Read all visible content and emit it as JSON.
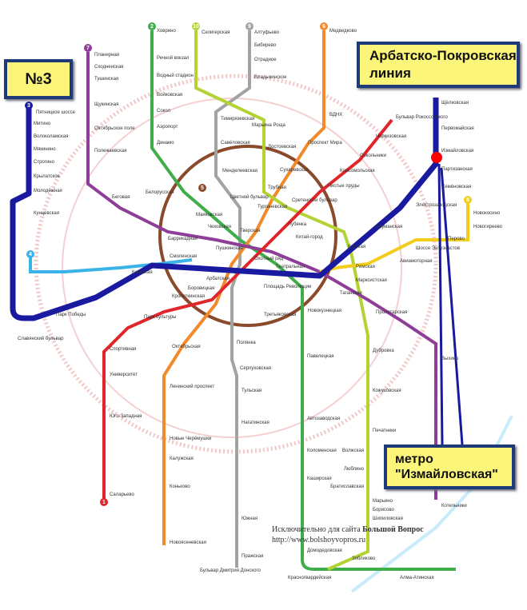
{
  "callouts": {
    "line_number": "№3",
    "line_name_1": "Арбатско-Покровская",
    "line_name_2": "линия",
    "station_1": "метро",
    "station_2": "\"Измайловская\""
  },
  "watermark": {
    "text": "Исключительно для сайта",
    "site": "Большой Вопрос",
    "url": "http://www.bolshoyvopros.ru"
  },
  "colors": {
    "line1": "#e0262b",
    "line2": "#3fad49",
    "line3_highlight": "#1a1aa0",
    "line4": "#3ab4e8",
    "line5": "#8b4a2b",
    "line6": "#f2892b",
    "line7": "#8e3d98",
    "line8": "#f2cd1a",
    "line9": "#a3a3a3",
    "line10": "#b3d335",
    "ring_outer": "#f2b8b8",
    "marker": "#ff0000",
    "callout_bg": "#fbf57a",
    "callout_border": "#1f3a78"
  },
  "line_numbers": [
    "1",
    "2",
    "3",
    "4",
    "5",
    "6",
    "7",
    "8",
    "9",
    "10"
  ],
  "stations": [
    "Щёлковская",
    "Первомайская",
    "Измайловская",
    "Партизанская",
    "Семёновская",
    "Электрозаводская",
    "Бауманская",
    "Курская",
    "Площадь Революции",
    "Арбатская",
    "Смоленская",
    "Киевская",
    "Парк Победы",
    "Славянский бульвар",
    "Кунцевская",
    "Молодёжная",
    "Крылатское",
    "Строгино",
    "Мякинино",
    "Волоколамская",
    "Митино",
    "Пятницкое шоссе",
    "Ховрино",
    "Речной вокзал",
    "Водный стадион",
    "Войковская",
    "Сокол",
    "Аэропорт",
    "Динамо",
    "Белорусская",
    "Маяковская",
    "Тверская",
    "Театральная",
    "Новокузнецкая",
    "Павелецкая",
    "Автозаводская",
    "Коломенская",
    "Каширская",
    "Домодедовская",
    "Красногвардейская",
    "Алма-Атинская",
    "Бульвар Рокоссовского",
    "Черкизовская",
    "Сокольники",
    "Комсомольская",
    "Чистые пруды",
    "Лубянка",
    "Охотный ряд",
    "Кропоткинская",
    "Парк культуры",
    "Спортивная",
    "Университет",
    "Юго-Западная",
    "Саларьево",
    "Медведково",
    "ВДНХ",
    "Проспект Мира",
    "Сухаревская",
    "Тургеневская",
    "Китай-город",
    "Третьяковская",
    "Октябрьская",
    "Ленинский проспект",
    "Новые Черёмушки",
    "Калужская",
    "Коньково",
    "Новоясеневская",
    "Планерная",
    "Сходненская",
    "Тушинская",
    "Щукинская",
    "Октябрьское поле",
    "Полежаевская",
    "Беговая",
    "Баррикадная",
    "Пушкинская",
    "Таганская",
    "Пролетарская",
    "Выхино",
    "Котельники",
    "Новокосино",
    "Новогиреево",
    "Перово",
    "Шоссе Энтузиастов",
    "Авиамоторная",
    "Марксистская",
    "Алтуфьево",
    "Бибирево",
    "Отрадное",
    "Владыкинское",
    "Тимирязевская",
    "Савёловская",
    "Менделеевская",
    "Цветной бульвар",
    "Чеховская",
    "Боровицкая",
    "Полянка",
    "Серпуховская",
    "Тульская",
    "Нагатинская",
    "Южная",
    "Пражская",
    "Бульвар Дмитрия Донского",
    "Селигерская",
    "Марьина Роща",
    "Достоевская",
    "Трубная",
    "Сретенский бульвар",
    "Римская",
    "Дубровка",
    "Кожуховская",
    "Печатники",
    "Волжская",
    "Люблино",
    "Братиславская",
    "Марьино",
    "Борисово",
    "Шипиловская",
    "Зябликово"
  ]
}
